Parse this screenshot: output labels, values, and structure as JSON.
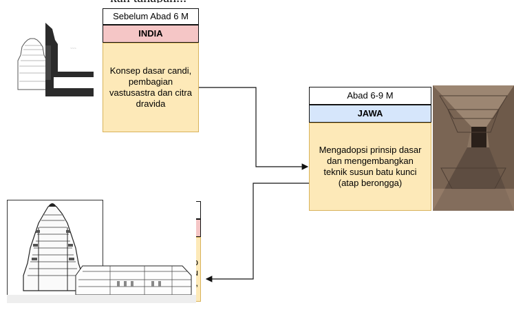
{
  "header_text": "...",
  "india": {
    "period": "Sebelum Abad 6 M",
    "country": "INDIA",
    "description": "Konsep dasar candi, pembagian vastusastra dan citra dravida"
  },
  "jawa": {
    "period": "Abad 6-9 M",
    "country": "JAWA",
    "description": "Mengadopsi prinsip dasar dan mengembangkan teknik susun batu kunci (atap berongga)"
  },
  "third_box": {
    "body_fragment": "sip\ntu\nn,"
  },
  "colors": {
    "india_header": "#f5c6c6",
    "jawa_header": "#d6e6fb",
    "body_fill": "#fde9b8"
  }
}
